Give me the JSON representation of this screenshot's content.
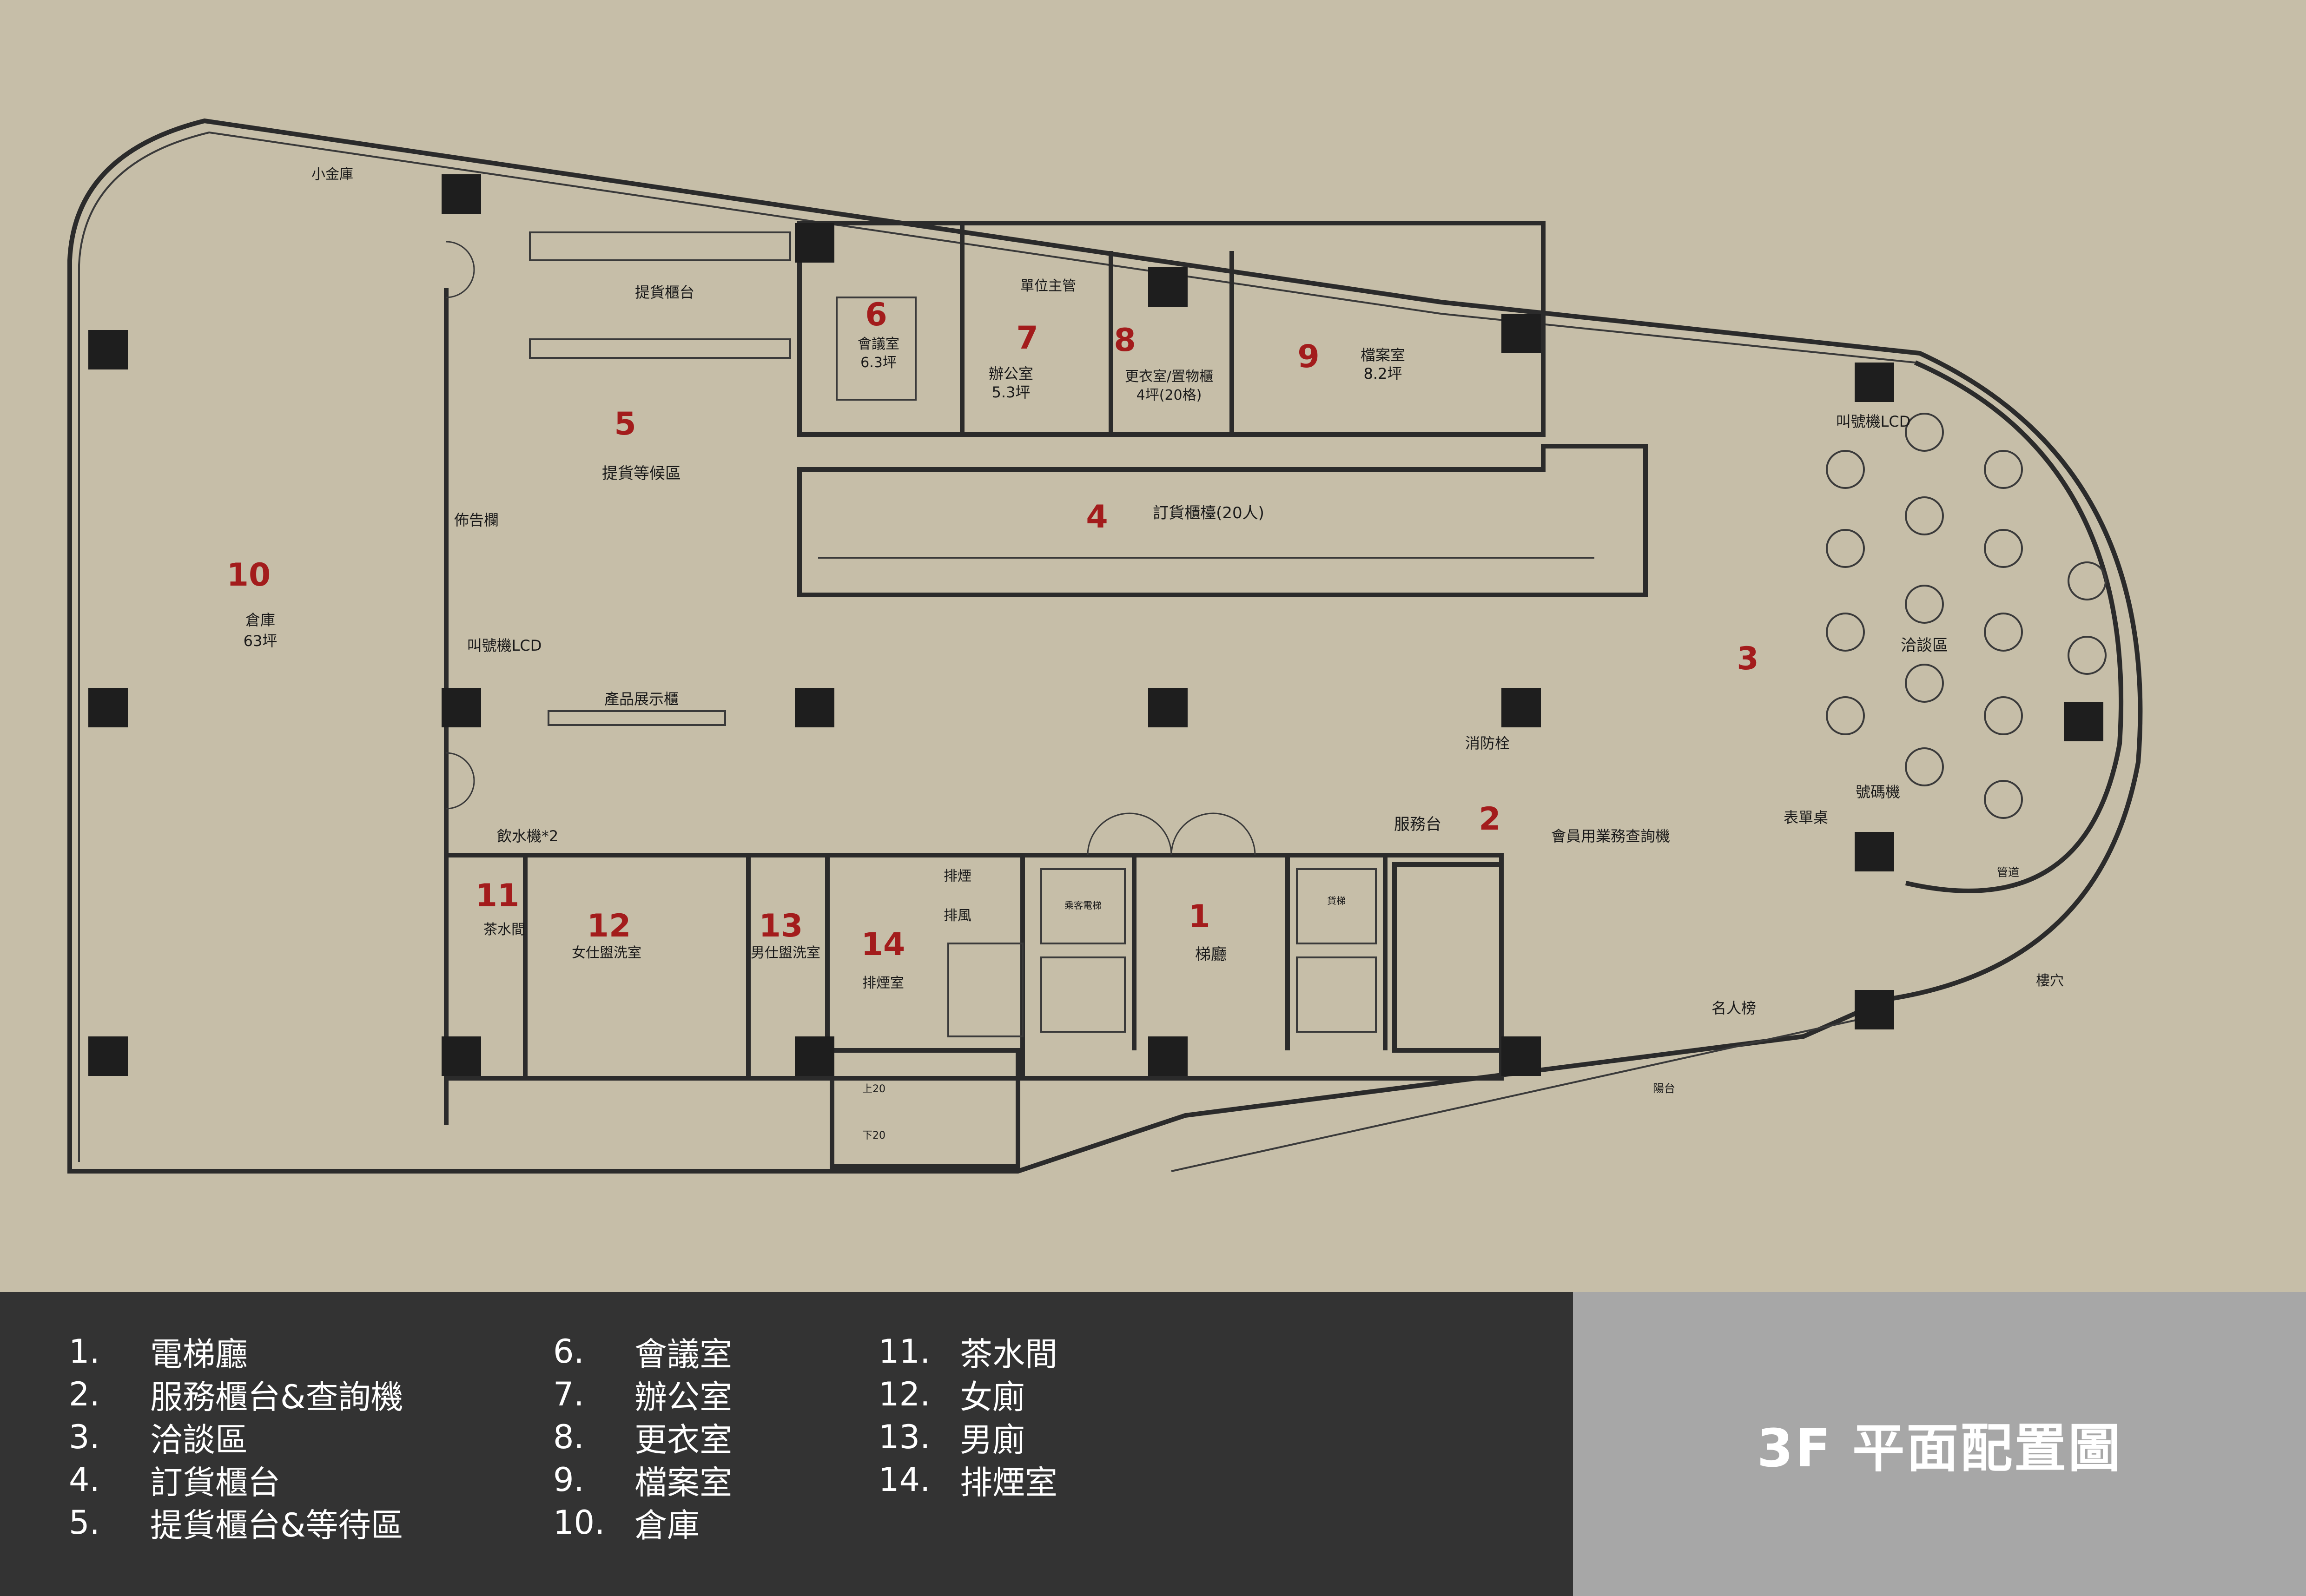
{
  "title": "3F 平面配置圖",
  "legend": {
    "col1": [
      {
        "num": "1.",
        "label": "電梯廳"
      },
      {
        "num": "2.",
        "label": "服務櫃台&查詢機"
      },
      {
        "num": "3.",
        "label": "洽談區"
      },
      {
        "num": "4.",
        "label": "訂貨櫃台"
      },
      {
        "num": "5.",
        "label": "提貨櫃台&等待區"
      }
    ],
    "col2": [
      {
        "num": "6.",
        "label": "會議室"
      },
      {
        "num": "7.",
        "label": "辦公室"
      },
      {
        "num": "8.",
        "label": "更衣室"
      },
      {
        "num": "9.",
        "label": "檔案室"
      },
      {
        "num": "10.",
        "label": "倉庫"
      }
    ],
    "col3": [
      {
        "num": "11.",
        "label": "茶水間"
      },
      {
        "num": "12.",
        "label": "女廁"
      },
      {
        "num": "13.",
        "label": "男廁"
      },
      {
        "num": "14.",
        "label": "排煙室"
      }
    ]
  },
  "plan": {
    "rooms": {
      "r1": {
        "num": "1",
        "name": "梯廳"
      },
      "r2": {
        "num": "2",
        "name": "服務台"
      },
      "r3": {
        "num": "3",
        "name": "洽談區"
      },
      "r4": {
        "num": "4",
        "name": "訂貨櫃檯(20人)"
      },
      "r5": {
        "num": "5",
        "name": "提貨等候區"
      },
      "r6": {
        "num": "6",
        "name": "會議室",
        "area": "6.3坪"
      },
      "r7": {
        "num": "7",
        "name": "辦公室",
        "area": "5.3坪"
      },
      "r8": {
        "num": "8",
        "name": "更衣室/置物櫃",
        "area": "4坪(20格)"
      },
      "r9": {
        "num": "9",
        "name": "檔案室",
        "area": "8.2坪"
      },
      "r10": {
        "num": "10",
        "name": "倉庫",
        "area": "63坪"
      },
      "r11": {
        "num": "11",
        "name": "茶水間"
      },
      "r12": {
        "num": "12",
        "name": "女仕盥洗室"
      },
      "r13": {
        "num": "13",
        "name": "男仕盥洗室"
      },
      "r14": {
        "num": "14",
        "name": "排煙室"
      }
    },
    "labels": {
      "small_vault": "小金庫",
      "pickup_counter": "提貨櫃台",
      "bulletin": "佈告欄",
      "queue_lcd_left": "叫號機LCD",
      "queue_lcd_right": "叫號機LCD",
      "product_display": "產品展示櫃",
      "hydrant": "消防栓",
      "water_dispenser": "飲水機*2",
      "member_kiosk": "會員用業務查詢機",
      "form_desk": "表單桌",
      "ticket_machine": "號碼機",
      "supervisor": "單位主管",
      "wall_of_fame": "名人榜",
      "balcony": "陽台",
      "pipe_shaft": "管道",
      "skylight": "樓穴",
      "elev_guest": "乘客電梯",
      "elev_freight": "貨梯",
      "stair_up": "上20",
      "stair_down": "下20",
      "shaft_a": "排煙",
      "shaft_b": "排風"
    }
  }
}
